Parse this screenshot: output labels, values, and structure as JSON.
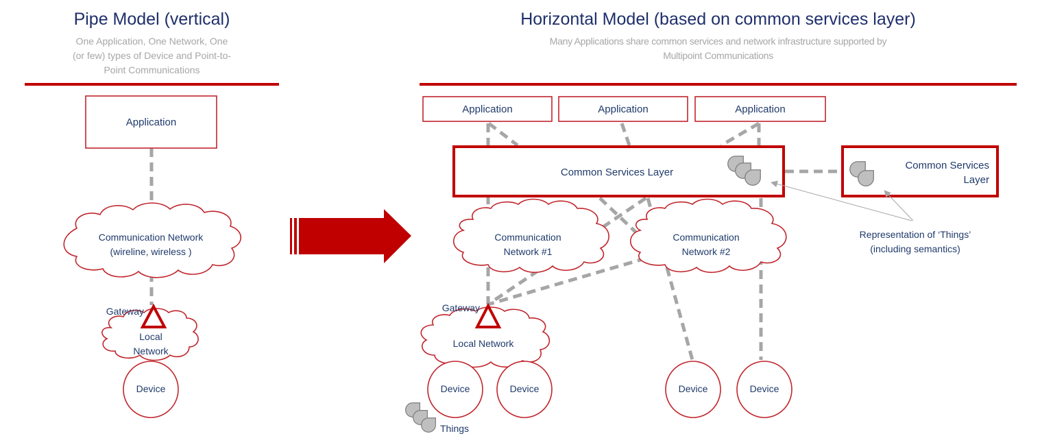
{
  "pipe_model": {
    "title": "Pipe Model (vertical)",
    "subtitle_lines": [
      "One Application, One Network, One",
      "(or few) types of Device and Point-to-",
      "Point Communications"
    ],
    "application": "Application",
    "network_lines": [
      "Communication Network",
      "(wireline, wireless )"
    ],
    "gateway": "Gateway",
    "local_network_lines": [
      "Local",
      "Network"
    ],
    "device": "Device"
  },
  "horizontal_model": {
    "title": "Horizontal Model (based on common services layer)",
    "subtitle_lines": [
      "Many Applications share common services and network infrastructure supported by",
      "Multipoint Communications"
    ],
    "applications": [
      "Application",
      "Application",
      "Application"
    ],
    "common_services_layer": "Common Services Layer",
    "remote_csl_lines": [
      "Common Services",
      "Layer"
    ],
    "networks": [
      {
        "lines": [
          "Communication",
          "Network #1"
        ]
      },
      {
        "lines": [
          "Communication",
          "Network #2"
        ]
      }
    ],
    "gateway": "Gateway",
    "local_network": "Local Network",
    "devices": [
      "Device",
      "Device",
      "Device",
      "Device"
    ],
    "things_label": "Things",
    "annotation_lines": [
      "Representation of ‘Things’",
      "(including semantics)"
    ]
  },
  "colors": {
    "title": "#1f2f6b",
    "subtitle": "#a6a6a6",
    "accent_red": "#c00000",
    "outline_red": "#c0262d",
    "connector_gray": "#a6a6a6",
    "thing_fill": "#bfbfbf"
  }
}
